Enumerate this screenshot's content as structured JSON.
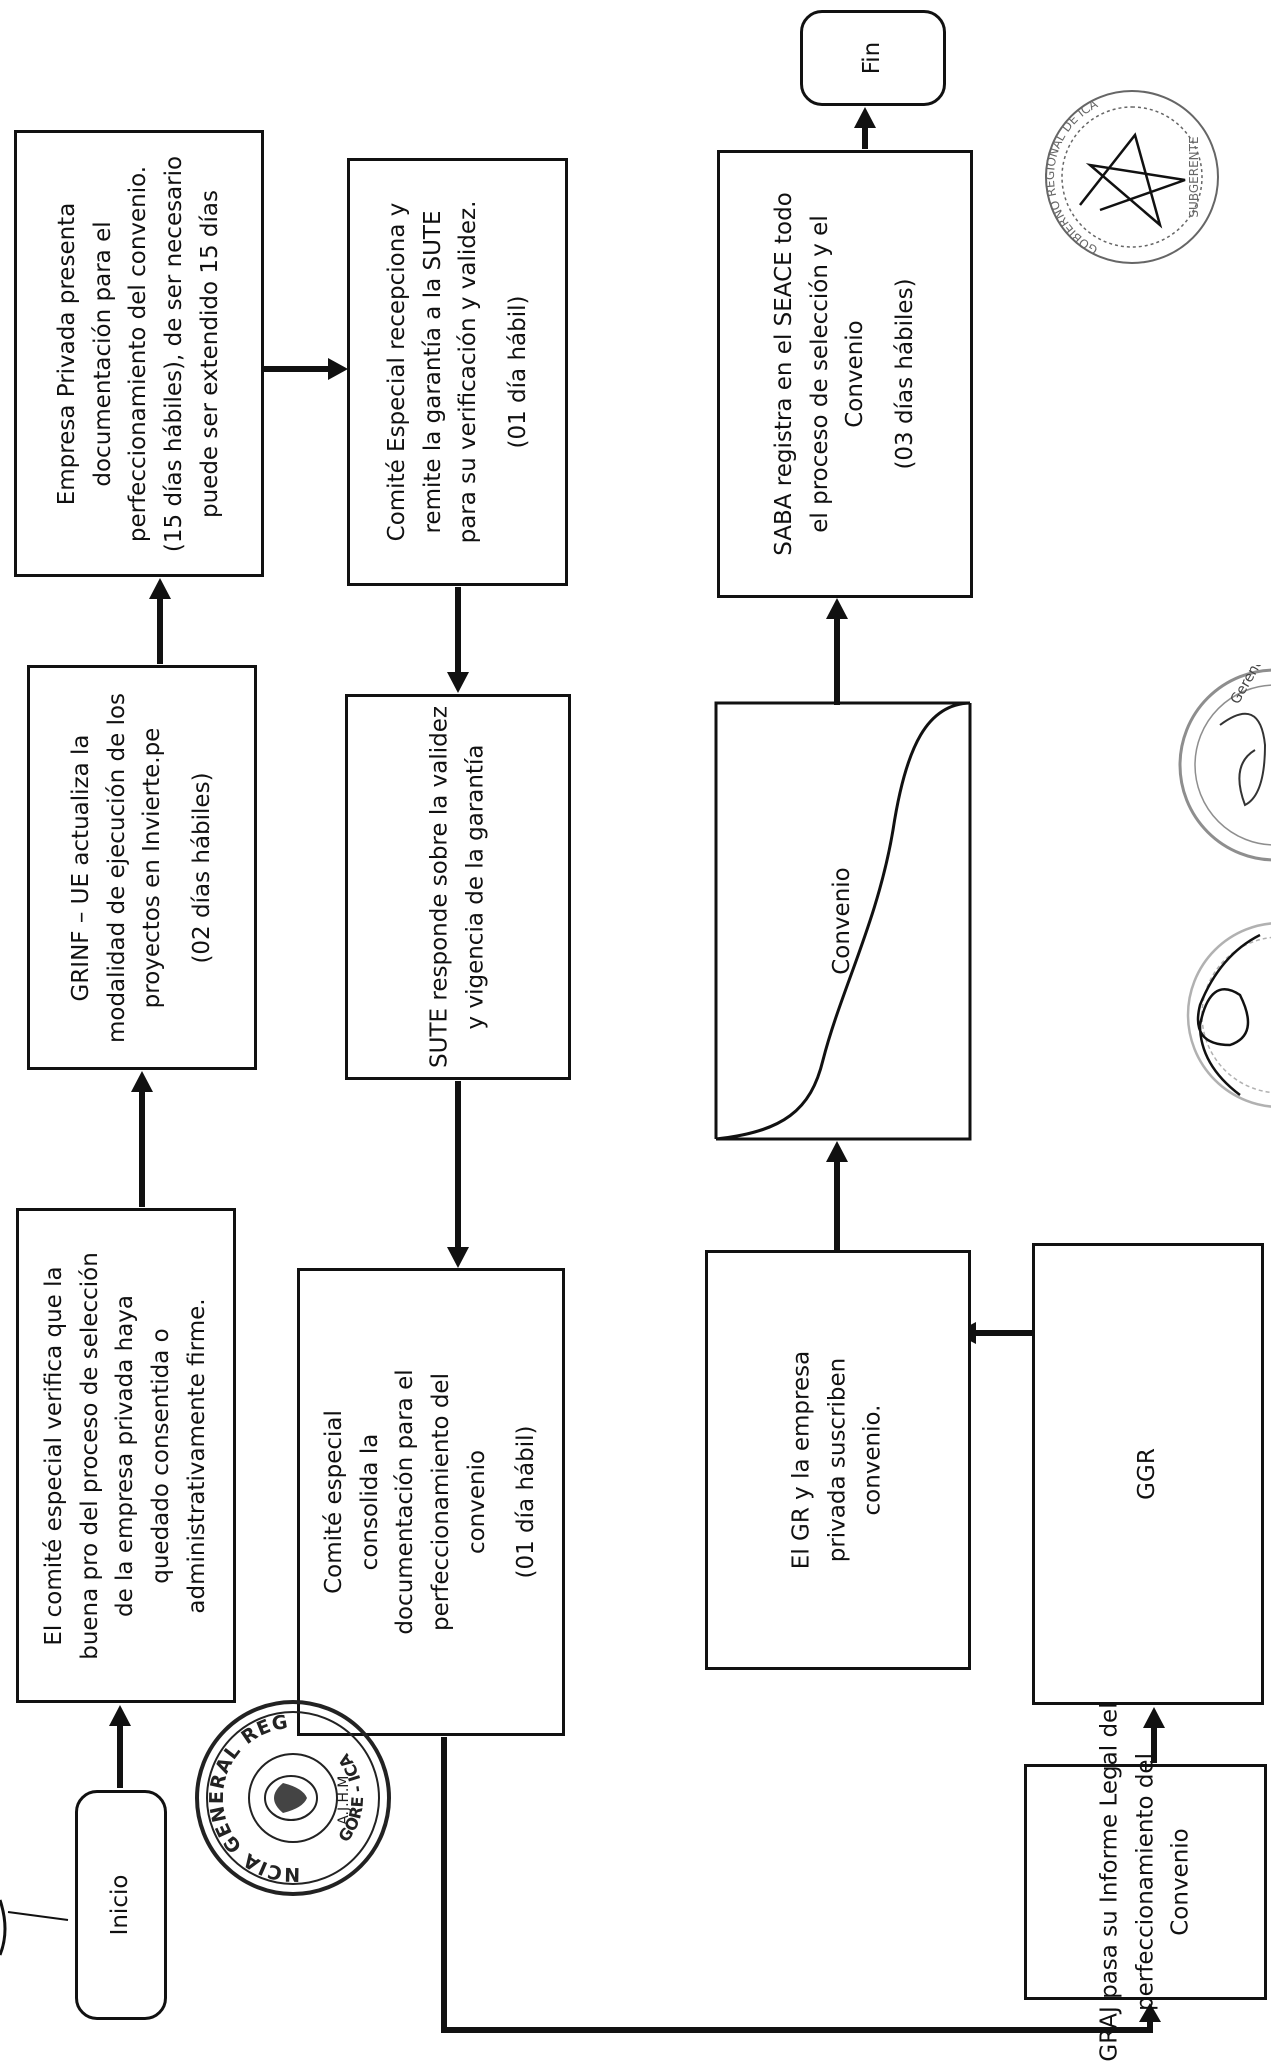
{
  "nodes": {
    "inicio": {
      "lines": [
        "Inicio"
      ]
    },
    "verifica": {
      "lines": [
        "El comité especial verifica que la",
        "buena pro del proceso de selección",
        "de la empresa privada haya",
        "quedado consentida o",
        "administrativamente firme."
      ]
    },
    "grinf": {
      "lines": [
        "GRINF – UE actualiza la",
        "modalidad de ejecución de los",
        "proyectos en Invierte.pe",
        "",
        "(02 días hábiles)"
      ]
    },
    "empresa": {
      "lines": [
        "Empresa Privada presenta",
        "documentación para el",
        "perfeccionamiento del convenio.",
        "(15 días hábiles), de ser necesario",
        "puede ser extendido 15 días"
      ]
    },
    "comite_recepciona": {
      "lines": [
        "Comité Especial recepciona y",
        "remite la garantía a la SUTE",
        "para su verificación y validez.",
        "",
        "(01 día hábil)"
      ]
    },
    "sute": {
      "lines": [
        "SUTE responde sobre la validez",
        "y vigencia de la garantía"
      ]
    },
    "consolida": {
      "lines": [
        "Comité especial",
        "consolida la",
        "documentación para el",
        "perfeccionamiento del",
        "convenio",
        "",
        "(01 día hábil)"
      ]
    },
    "graj": {
      "lines": [
        "GRAJ pasa su Informe Legal del",
        "perfeccionamiento del",
        "Convenio"
      ]
    },
    "ggr": {
      "lines": [
        "GGR"
      ]
    },
    "suscriben": {
      "lines": [
        "El GR y la empresa",
        "privada suscriben",
        "convenio."
      ]
    },
    "convenio": {
      "lines": [
        "Convenio"
      ]
    },
    "saba": {
      "lines": [
        "SABA registra en el SEACE todo",
        "el proceso de selección y el",
        "Convenio",
        "",
        "(03 días hábiles)"
      ]
    },
    "fin": {
      "lines": [
        "Fin"
      ]
    }
  },
  "stamps": {
    "gerencia": {
      "text": "GERENCIA GENERAL REGIONAL",
      "subtext": "GORE - ICA",
      "initials": "A.J.H.M."
    },
    "subgerencia": {
      "text": "GOBIERNO REGIONAL DE ICA",
      "subtext": "SUBGERENTE"
    },
    "regional": {
      "text": "Gerencia Regional De"
    }
  }
}
